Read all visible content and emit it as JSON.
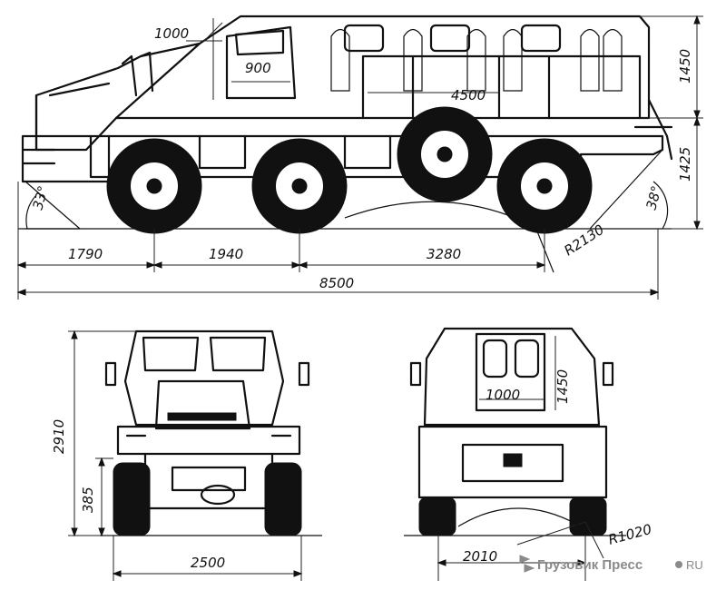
{
  "dimensions": {
    "roof_door_width": "1000",
    "door_height": "900",
    "body_height_side": "1450",
    "compartment_length": "4500",
    "ground_to_floor": "1425",
    "approach_angle": "33°",
    "departure_angle": "38°",
    "front_overhang": "1790",
    "wheelbase_1_2": "1940",
    "wheelbase_2_4": "3280",
    "turn_radius_side": "R2130",
    "overall_length": "8500",
    "overall_height": "2910",
    "ground_clearance_front": "385",
    "overall_width": "2500",
    "rear_door_width": "1000",
    "rear_door_height": "1450",
    "track_width": "2010",
    "turn_radius_rear": "R1020"
  },
  "watermark": {
    "brand": "Грузовик Пресс",
    "domain": "RU"
  },
  "colors": {
    "ink": "#111111",
    "watermark": "#8a8a8a",
    "background": "#ffffff"
  }
}
